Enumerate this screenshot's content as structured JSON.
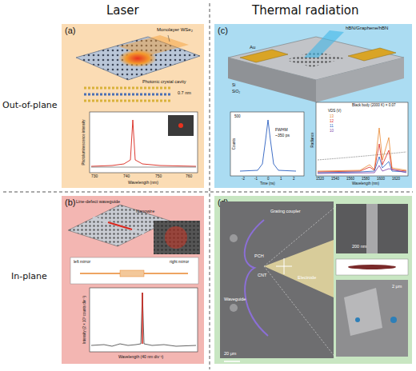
{
  "diagram": {
    "nodes": [
      {
        "text": [
          "(a)"
        ]
      },
      {
        "text": [
          "(c)"
        ]
      },
      {
        "text": [
          "(b)"
        ]
      },
      {
        "text": [
          "(d)"
        ]
      }
    ],
    "labels": [
      "Laser",
      "Thermal radiation",
      "Out-of-plane",
      "In-plane",
      "Monolayer WSe₂",
      "Photonic crystal cavity",
      "0.7 nm",
      "Photoluminescence intensity",
      "730",
      "740",
      "750",
      "760",
      "Wavelength (nm)",
      "Line-defect waveguide",
      "Nanowire",
      "left mirror",
      "right mirror",
      "Intensity (2 × 10³ counts div⁻¹)",
      "Wavelength (40 nm div⁻¹)",
      "hBN/Graphene/hBN",
      "Au",
      "Si",
      "SiO₂",
      "FWHM",
      "~350 ps",
      "Counts",
      "-2",
      "-1",
      "0",
      "1",
      "2",
      "500",
      "Time (ns)",
      "Black body (2000 K) × 0.07",
      "VDS (V)",
      "13",
      "12",
      "11",
      "10",
      "Radiance",
      "1520",
      "1540",
      "1560",
      "1580",
      "1600",
      "1620",
      "Wavelength (nm)",
      "Grating coupler",
      "PCH",
      "CNT",
      "Electrode",
      "Waveguide",
      "20 μm",
      "200 nm",
      "2 μm"
    ]
  }
}
